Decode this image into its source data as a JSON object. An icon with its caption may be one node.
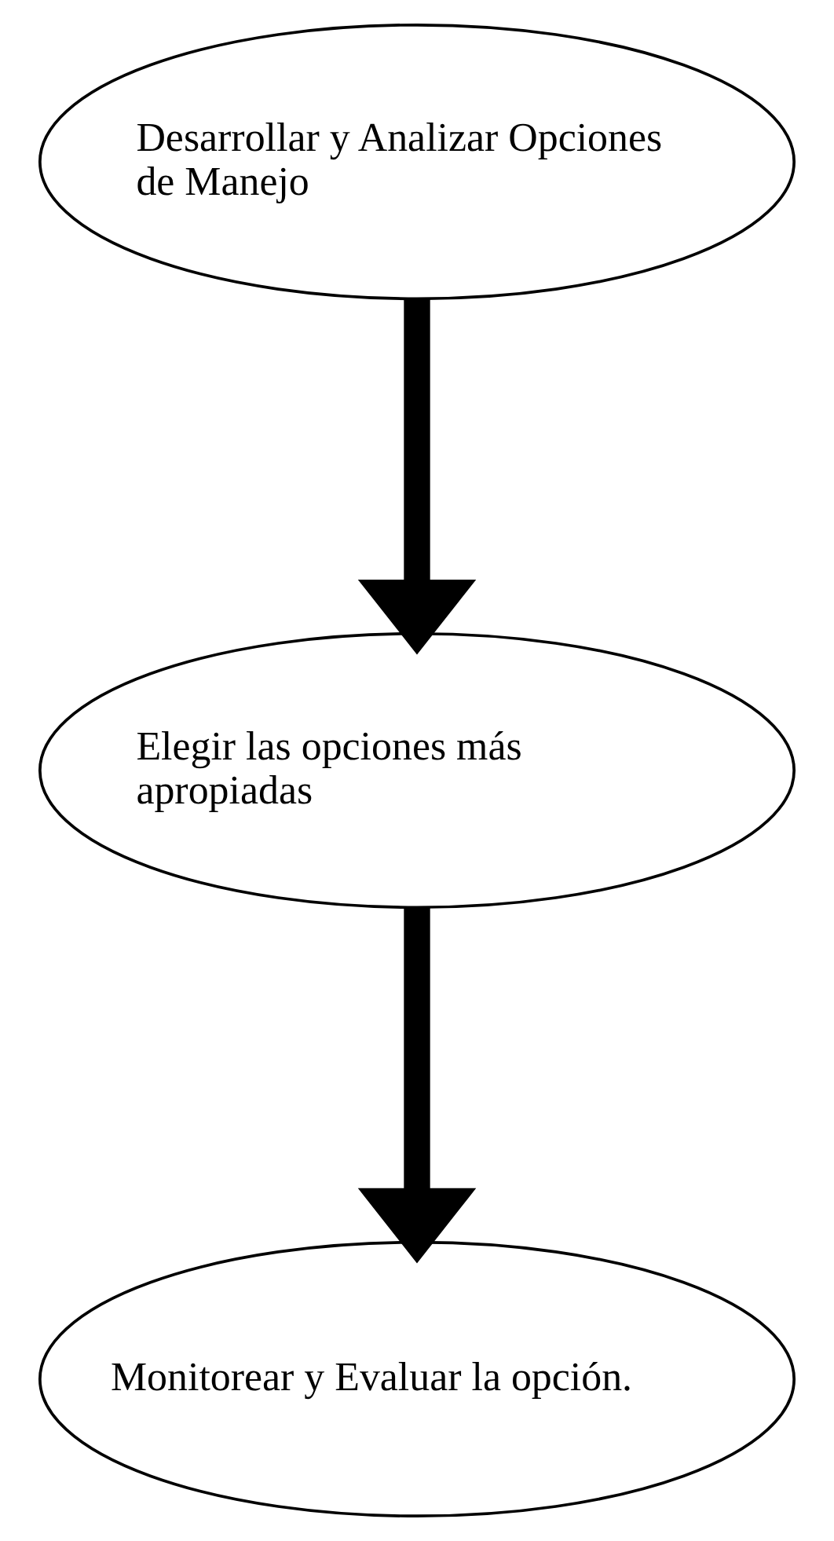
{
  "diagram": {
    "nodes": [
      {
        "text": [
          "Desarrollar y Analizar Opciones de Manejo"
        ]
      },
      {
        "text": [
          "Elegir las opciones más apropiadas"
        ]
      },
      {
        "text": [
          "Monitorear y Evaluar la opción."
        ]
      }
    ],
    "edges": [
      {
        "from": 0,
        "to": 1,
        "arrow": "to"
      },
      {
        "from": 1,
        "to": 2,
        "arrow": "to"
      }
    ]
  }
}
